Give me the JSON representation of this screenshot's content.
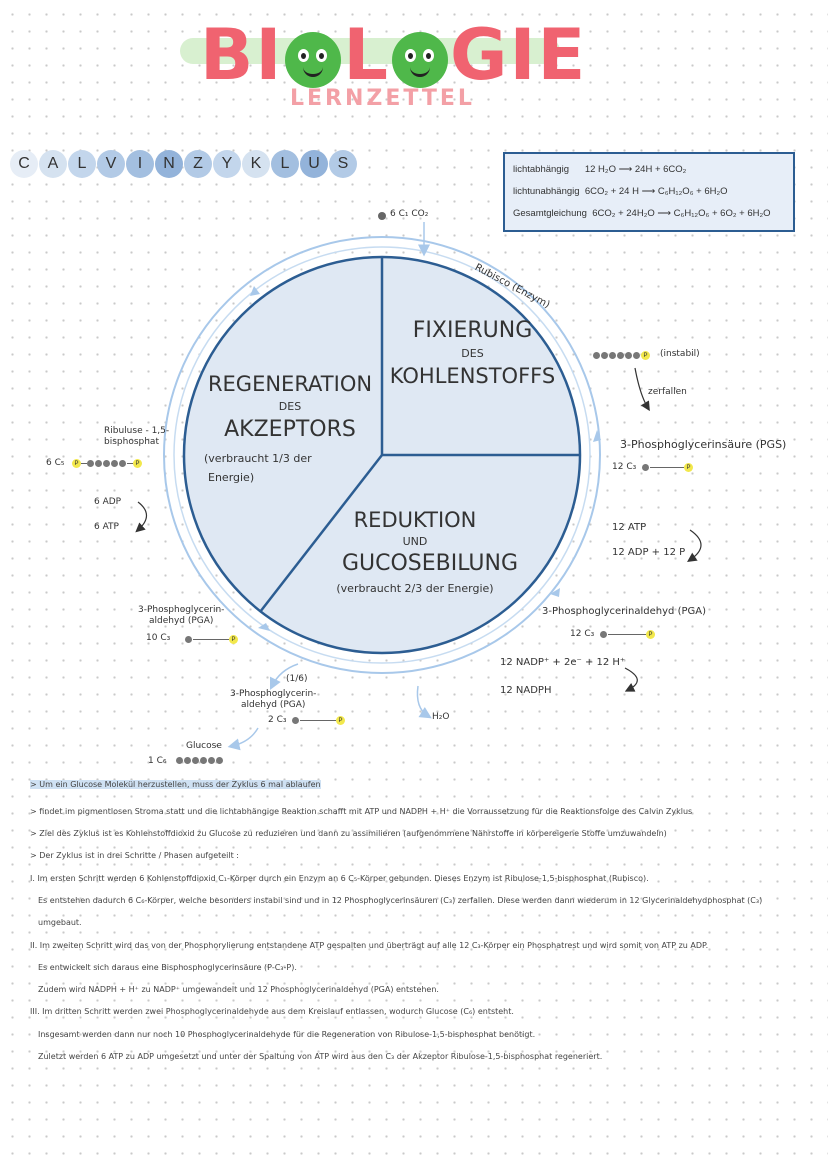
{
  "header": {
    "title_part1": "BI",
    "title_part2": "L",
    "title_part3": "GIE",
    "subtitle": "LERNZETTEL"
  },
  "section_title_letters": [
    "C",
    "A",
    "L",
    "V",
    "I",
    "N",
    "Z",
    "Y",
    "K",
    "L",
    "U",
    "S"
  ],
  "colors": {
    "title_red": "#f06370",
    "subtitle_pink": "#f3a0a6",
    "virus_green": "#4fb84a",
    "circle_fill": "#dfe8f3",
    "circle_stroke": "#2c5d92",
    "arrow_blue": "#a8c8ea",
    "phosphate_yellow": "#f2e84c",
    "letter_circle_colors": [
      "#e6edf6",
      "#d5e2f0",
      "#c3d6ec",
      "#b2cae6",
      "#a3bfe0",
      "#93b3da",
      "#b2cae6",
      "#c3d6ec",
      "#d5e2f0",
      "#a3bfe0",
      "#93b3da",
      "#b2cae6"
    ]
  },
  "equations": {
    "line1_label": "lichtabhängig",
    "line1_eq": "12 H₂O ⟶ 24H + 6CO₂",
    "line2_label": "lichtunabhängig",
    "line2_eq": "6CO₂ + 24 H ⟶ C₆H₁₂O₆ + 6H₂O",
    "line3_label": "Gesamtgleichung",
    "line3_eq": "6CO₂ + 24H₂O ⟶ C₆H₁₂O₆ + 6O₂ + 6H₂O"
  },
  "cycle": {
    "fix_l1": "FIXIERUNG",
    "fix_l2": "DES",
    "fix_l3": "KOHLENSTOFFS",
    "reg_l1": "REGENERATION",
    "reg_l2": "DES",
    "reg_l3": "AKZEPTORS",
    "reg_l4": "(verbraucht 1/3 der",
    "reg_l5": "Energie)",
    "red_l1": "REDUKTION",
    "red_l2": "UND",
    "red_l3": "GUCOSEBILUNG",
    "red_l4": "(verbraucht 2/3 der Energie)"
  },
  "labels": {
    "co2_in": "6 C₁ CO₂",
    "rubisco": "Rubisco (Enzym)",
    "instabil": "(instabil)",
    "zerfallen": "zerfallen",
    "pgs": "3-Phosphoglycerinsäure (PGS)",
    "pgs_count": "12 C₃",
    "atp12": "12 ATP",
    "adp12": "12 ADP + 12 P",
    "pga_right": "3-Phosphoglycerinaldehyd (PGA)",
    "pga_right_count": "12 C₃",
    "nadp_l1": "12 NADP⁺ + 2e⁻ + 12 H⁺",
    "nadp_l2": "12 NADPH",
    "h2o": "H₂O",
    "ribulose_l1": "Ribuluse - 1,5-",
    "ribulose_l2": "bisphosphat",
    "c5_count": "6 C₅",
    "adp6": "6 ADP",
    "atp6": "6 ATP",
    "pga_left_l1": "3-Phosphoglycerin-",
    "pga_left_l2": "aldehyd (PGA)",
    "pga_left_count": "10 C₃",
    "sixth": "(1/6)",
    "pga_bottom_l1": "3-Phosphoglycerin-",
    "pga_bottom_l2": "aldehyd (PGA)",
    "pga_bottom_count": "2 C₃",
    "glucose": "Glucose",
    "glucose_count": "1 C₆"
  },
  "notes": {
    "n1": "> Um ein Glucose Molekül herzustellen, muss der Zyklus 6 mal ablaufen",
    "n2": "> findet im pigmentlosen Stroma statt und die lichtabhängige Reaktion schafft mit ATP und NADPH + H⁺ die Vorraussetzung für die Reaktionsfolge des Calvin Zyklus",
    "n3": "> Ziel des Zyklus ist es Kohlenstoffdioxid zu Glucose zu reduzieren und dann zu assimilieren (aufgenommene Nährstoffe in körpereigene Stoffe umzuwandeln)",
    "n4": "> Der Zyklus ist in drei Schritte / Phasen aufgeteilt :",
    "n5": "I. Im ersten Schritt werden 6 Kohlenstoffdioxid C₁-Körper durch ein Enzym an 6 C₅-Körper gebunden. Dieses Enzym ist Ribulose-1,5-bisphosphat (Rubisco).",
    "n6": "Es entstehen dadurch 6 C₆-Körper, welche besonders instabil sind und in 12 Phosphoglycerinsäuren (C₃) zerfallen. Diese werden dann wiederum in 12 Glycerinaldehydphosphat (C₃)",
    "n7": "umgebaut.",
    "n8": "II. Im zweiten Schritt wird das von der Phosphorylierung entstandene ATP gespalten und überträgt auf alle 12 C₃-Körper ein Phosphatrest und wird somit von ATP zu ADP.",
    "n9": "Es entwickelt sich daraus eine Bisphosphoglycerinsäure (P-C₃-P).",
    "n10": "Zudem wird NADPH + H⁺ zu NADP⁺ umgewandelt und 12 Phosphoglycerinaldehyd (PGA) entstehen.",
    "n11": "III. Im dritten Schritt werden zwei Phosphoglycerinaldehyde aus dem Kreislauf entlassen, wodurch Glucose (C₆) entsteht.",
    "n12": "Insgesamt werden dann nur noch 10 Phosphoglycerinaldehyde für die Regeneration von Ribulose-1,5-bisphosphat benötigt.",
    "n13": "Zuletzt werden 6 ATP zu ADP umgesetzt und unter der Spaltung von ATP wird aus den C₃ der Akzeptor Ribulose-1,5-bisphosphat regeneriert."
  }
}
